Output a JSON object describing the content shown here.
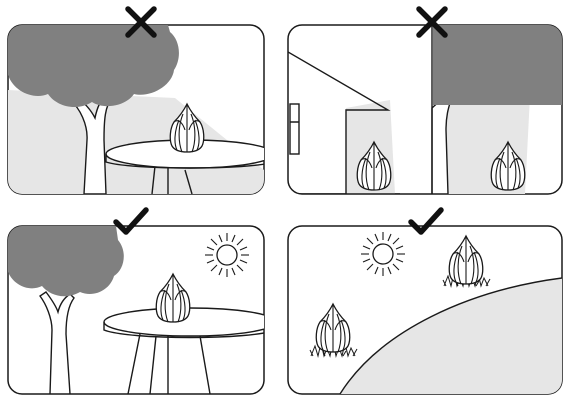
{
  "colors": {
    "foliage": "#808080",
    "shade": "#e6e6e6",
    "ink": "#1a1a1a",
    "background": "#ffffff"
  },
  "panels": [
    {
      "id": "top-left",
      "verdict": "wrong",
      "mark_icon": "cross-icon",
      "scene": "shaded-tree-table"
    },
    {
      "id": "top-right",
      "verdict": "wrong",
      "mark_icon": "cross-icon",
      "scene": "shaded-house-tree"
    },
    {
      "id": "bottom-left",
      "verdict": "right",
      "mark_icon": "checkmark-icon",
      "scene": "sunny-table"
    },
    {
      "id": "bottom-right",
      "verdict": "right",
      "mark_icon": "checkmark-icon",
      "scene": "sunny-garden"
    }
  ]
}
